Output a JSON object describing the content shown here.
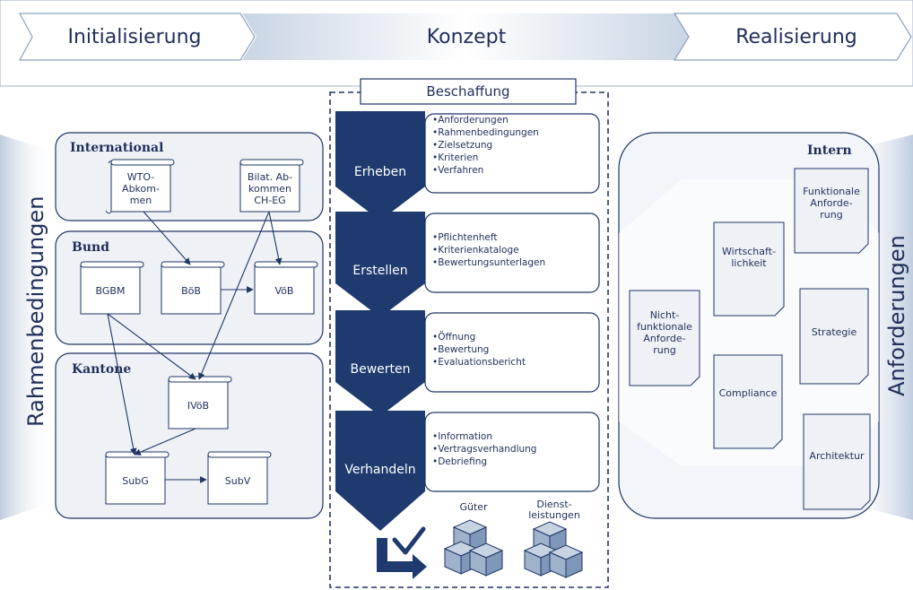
{
  "phases": {
    "initialisierung": "Initialisierung",
    "konzept": "Konzept",
    "realisierung": "Realisierung"
  },
  "beschaffung": "Beschaffung",
  "left": {
    "side_label": "Rahmenbedingungen",
    "international": {
      "title": "International",
      "wto": "WTO-\nAbkom-\nmen",
      "bilat": "Bilat. Ab-\nkommen\nCH-EG"
    },
    "bund": {
      "title": "Bund",
      "bgbm": "BGBM",
      "boeb": "BöB",
      "voeb": "VöB"
    },
    "kantone": {
      "title": "Kantone",
      "ivoeb": "IVöB",
      "subg": "SubG",
      "subv": "SubV"
    }
  },
  "steps": [
    {
      "label": "Erheben",
      "bullets": [
        "Anforderungen",
        "Rahmenbedingungen",
        "Zielsetzung",
        "Kriterien",
        "Verfahren"
      ]
    },
    {
      "label": "Erstellen",
      "bullets": [
        "Pflichtenheft",
        "Kriterienkataloge",
        "Bewertungsunterlagen"
      ]
    },
    {
      "label": "Bewerten",
      "bullets": [
        "Öffnung",
        "Bewertung",
        "Evaluationsbericht"
      ]
    },
    {
      "label": "Verhandeln",
      "bullets": [
        "Information",
        "Vertragsverhandlung",
        "Debriefing"
      ]
    }
  ],
  "outputs": {
    "gueter": "Güter",
    "dienstleistungen": "Dienst-\nleistungen"
  },
  "right": {
    "side_label": "Anforderungen",
    "title": "Intern",
    "funktional": "Funktionale\nAnforde-\nrung",
    "wirtschaftlichkeit": "Wirtschaft-\nlichkeit",
    "nichtfunktional": "Nicht-\nfunktionale\nAnforde-\nrung",
    "strategie": "Strategie",
    "compliance": "Compliance",
    "architektur": "Architektur"
  },
  "colors": {
    "navy": "#1f3566",
    "dark_text": "#1f2f5a",
    "chevron": "#1e3a6e",
    "doc_fill": "#e9eef5"
  }
}
